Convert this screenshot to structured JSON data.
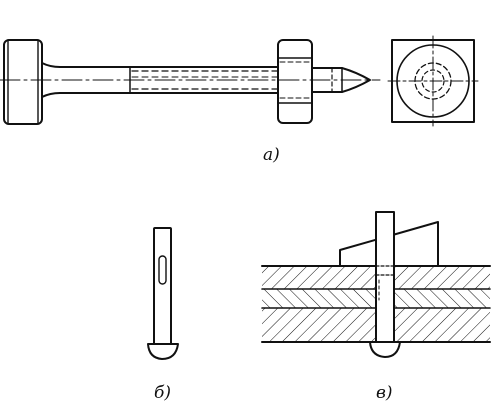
{
  "figure": {
    "labels": {
      "a": "а)",
      "b": "б)",
      "v": "в)"
    },
    "colors": {
      "ink": "#111111",
      "paper": "#ffffff"
    }
  }
}
